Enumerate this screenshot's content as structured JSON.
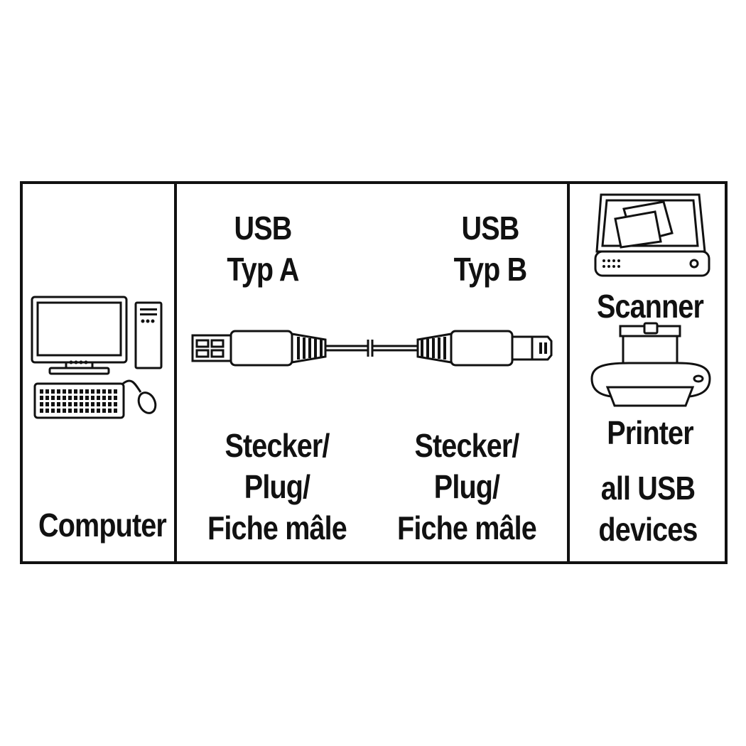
{
  "panels": {
    "computer": {
      "label": "Computer"
    },
    "cable": {
      "end_a": {
        "title_1": "USB",
        "title_2": "Typ A",
        "desc_1": "Stecker/",
        "desc_2": "Plug/",
        "desc_3": "Fiche mâle"
      },
      "end_b": {
        "title_1": "USB",
        "title_2": "Typ B",
        "desc_1": "Stecker/",
        "desc_2": "Plug/",
        "desc_3": "Fiche mâle"
      }
    },
    "devices": {
      "scanner": "Scanner",
      "printer": "Printer",
      "all_1": "all USB",
      "all_2": "devices"
    }
  },
  "icons": [
    "computer-icon",
    "usb-a-plug-icon",
    "usb-b-plug-icon",
    "scanner-icon",
    "printer-icon"
  ],
  "colors": {
    "ink": "#111111",
    "background": "#ffffff"
  }
}
